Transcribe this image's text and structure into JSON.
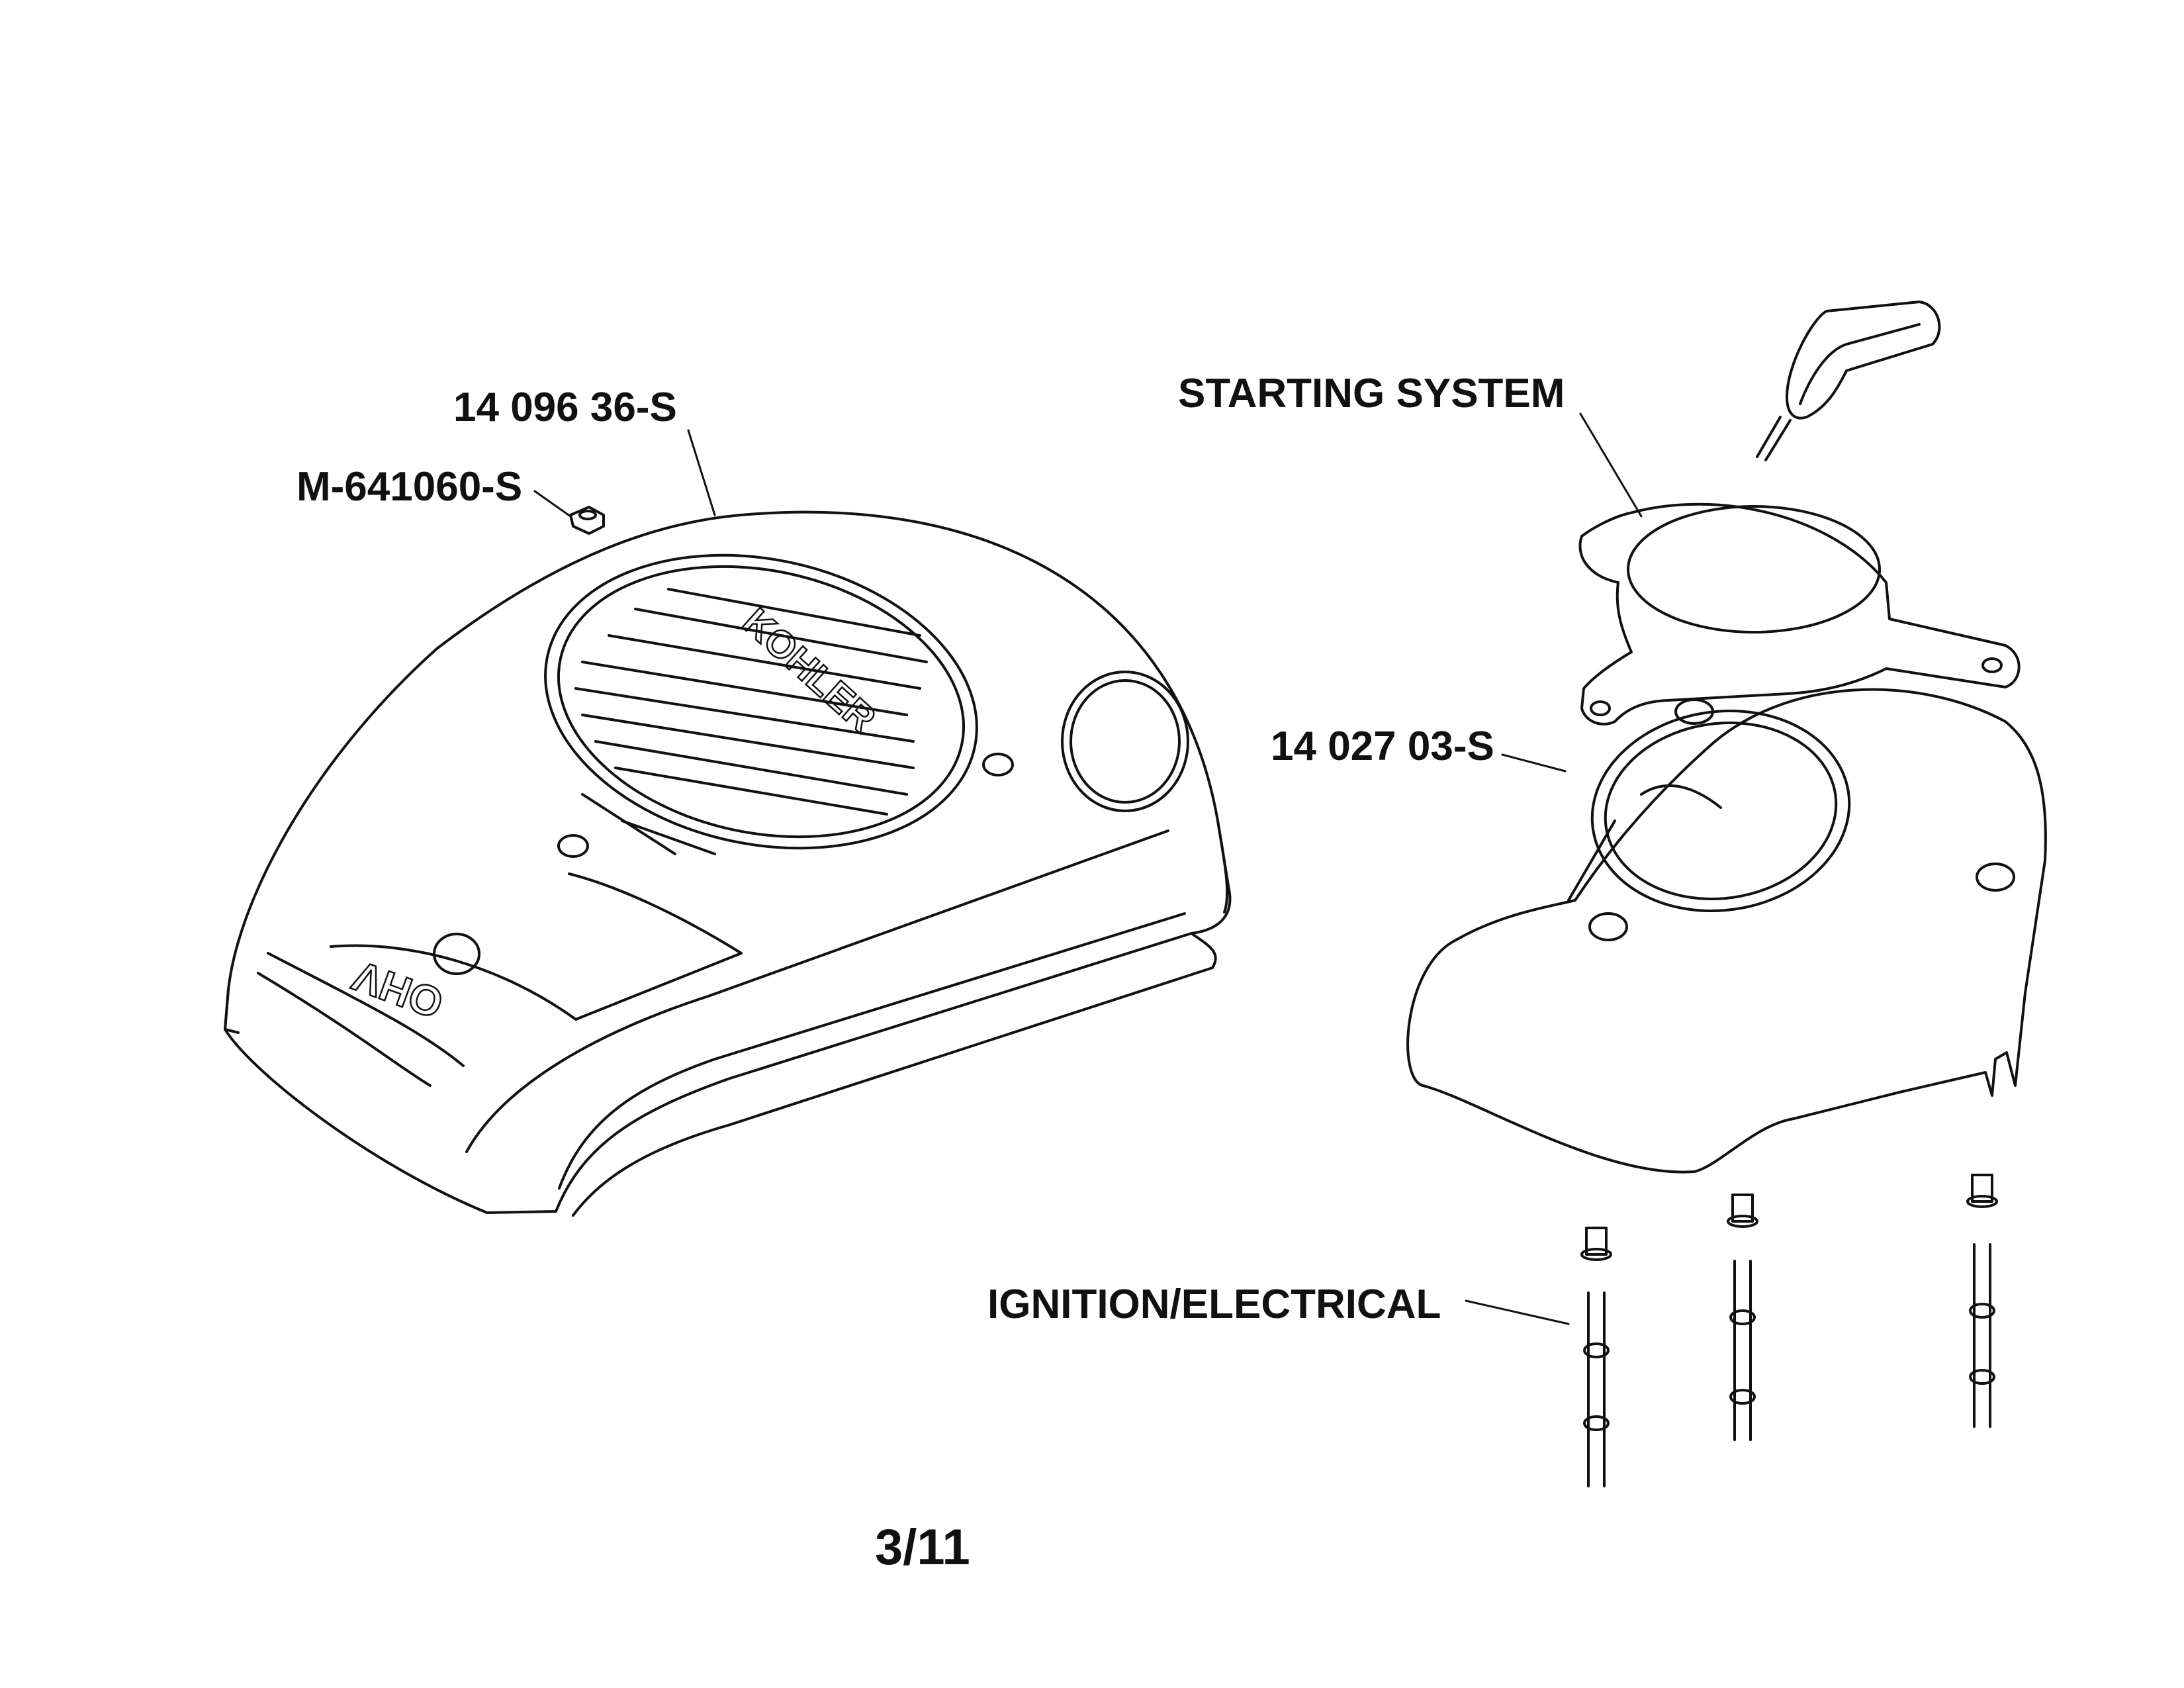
{
  "callouts": {
    "blower_housing": "14 096 36-S",
    "nut": "M-641060-S",
    "starting_system": "STARTING SYSTEM",
    "fan_shroud": "14 027 03-S",
    "ignition": "IGNITION/ELECTRICAL"
  },
  "housing_marks": {
    "brand": "KOHLER",
    "engine_type": "OHV"
  },
  "page_number": "3/11",
  "colors": {
    "line": "#111111",
    "background": "#ffffff"
  }
}
